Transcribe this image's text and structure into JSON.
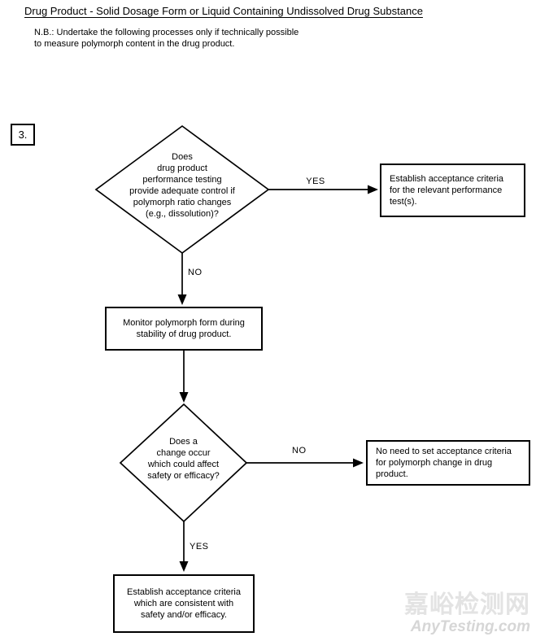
{
  "page": {
    "title": "Drug Product - Solid Dosage Form or Liquid Containing Undissolved Drug Substance",
    "note": "N.B.: Undertake the following processes only if technically possible\nto measure polymorph content in the drug product.",
    "step_number": "3."
  },
  "flowchart": {
    "decision1": {
      "text": "Does\ndrug product\nperformance testing\nprovide adequate control if\npolymorph ratio changes\n(e.g., dissolution)?",
      "yes_label": "YES",
      "no_label": "NO"
    },
    "box_yes1": {
      "text": "Establish acceptance criteria\nfor the relevant performance\ntest(s)."
    },
    "box_no1": {
      "text": "Monitor polymorph form during\nstability of drug product."
    },
    "decision2": {
      "text": "Does a\nchange occur\nwhich could affect\nsafety or efficacy?",
      "yes_label": "YES",
      "no_label": "NO"
    },
    "box_no2": {
      "text": "No need to set acceptance criteria\nfor polymorph change in drug\nproduct."
    },
    "box_yes2": {
      "text": "Establish acceptance criteria\nwhich are consistent with\nsafety and/or efficacy."
    }
  },
  "watermark": {
    "line1": "嘉峪检测网",
    "line2": "AnyTesting.com"
  },
  "colors": {
    "line": "#000000",
    "background": "#ffffff",
    "watermark_cjk": "#e3e3e3",
    "watermark_latin": "#d6d6d6"
  }
}
